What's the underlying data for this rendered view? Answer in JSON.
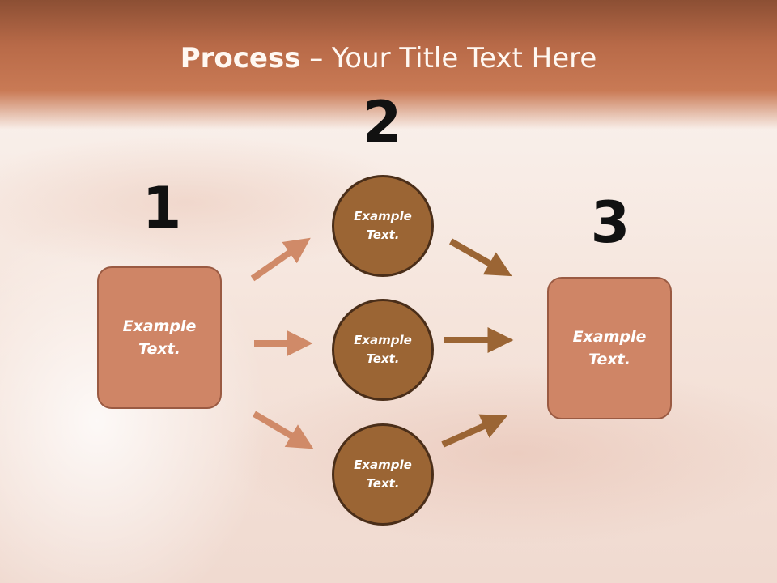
{
  "title": {
    "bold": "Process",
    "rest": " – Your Title Text Here"
  },
  "steps": {
    "one": "1",
    "two": "2",
    "three": "3"
  },
  "left_box": {
    "label": "Example Text."
  },
  "circles": [
    {
      "label": "Example Text."
    },
    {
      "label": "Example Text."
    },
    {
      "label": "Example Text."
    }
  ],
  "right_box": {
    "label": "Example Text."
  },
  "colors": {
    "band": "#c97a55",
    "box": "#cf8566",
    "circle": "#9b6534",
    "arrow_light": "#d08a68",
    "arrow_dark": "#9b6534"
  }
}
